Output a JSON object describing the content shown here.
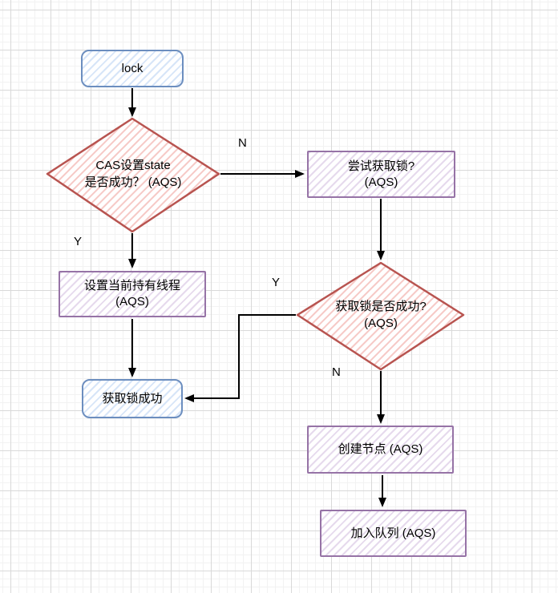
{
  "colors": {
    "blue_border": "#6c8ebf",
    "blue_fill": "#dae8fc",
    "red_border": "#b85450",
    "red_fill": "#f8cecc",
    "purple_border": "#9673a6",
    "purple_fill": "#e1d5e7",
    "arrow": "#000000",
    "grid_major": "#d9d9d9",
    "grid_minor": "#f2f2f2"
  },
  "chart_type": "flowchart",
  "nodes": {
    "lock": {
      "label": "lock"
    },
    "cas_check": {
      "lines": [
        "CAS设置state",
        "是否成功？ (AQS)"
      ]
    },
    "try_acquire": {
      "lines": [
        "尝试获取锁?",
        "(AQS)"
      ]
    },
    "set_owner": {
      "lines": [
        "设置当前持有线程",
        "(AQS)"
      ]
    },
    "acquired": {
      "label": "获取锁成功"
    },
    "acquire_check": {
      "lines": [
        "获取锁是否成功?",
        "(AQS)"
      ]
    },
    "create_node": {
      "label": "创建节点 (AQS)"
    },
    "enqueue": {
      "label": "加入队列 (AQS)"
    }
  },
  "edge_labels": {
    "cas_no": "N",
    "cas_yes": "Y",
    "acquire_yes": "Y",
    "acquire_no": "N"
  }
}
